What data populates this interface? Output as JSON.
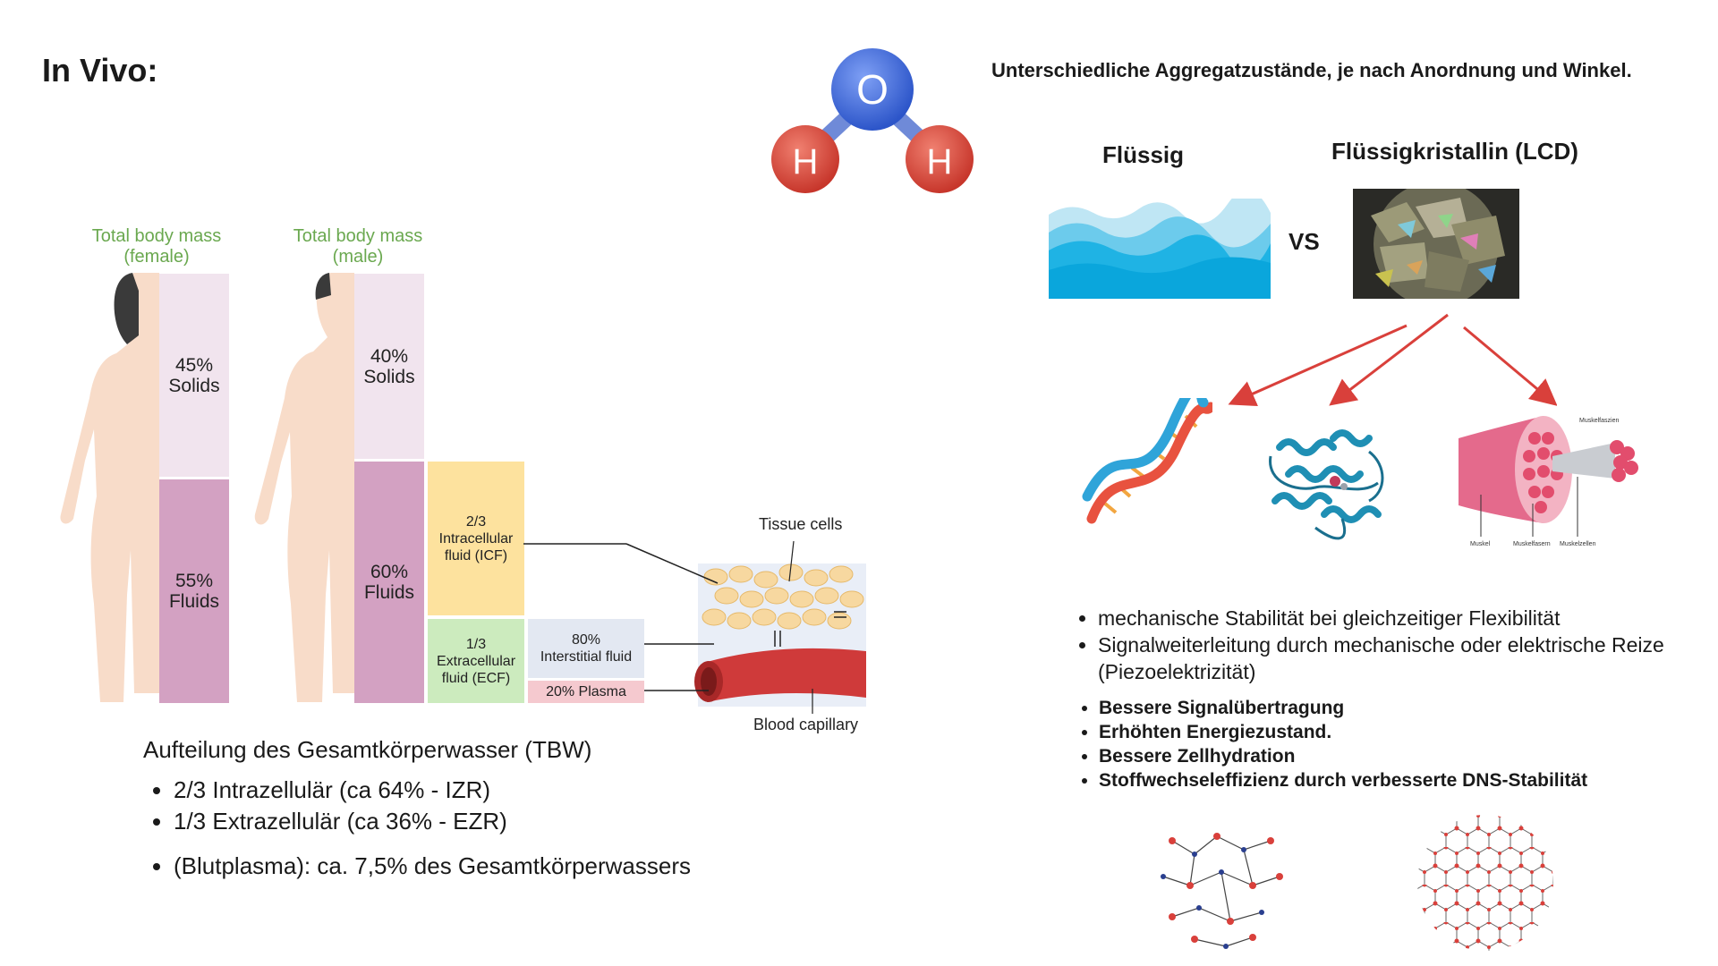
{
  "page_title": "In Vivo:",
  "molecule": {
    "o": "O",
    "h1": "H",
    "h2": "H"
  },
  "right_heading": "Unterschiedliche Aggregatzustände, je nach Anordnung und Winkel.",
  "state_liquid": "Flüssig",
  "state_lcd": "Flüssigkristallin (LCD)",
  "vs": "VS",
  "body_diagram": {
    "female_label": "Total body mass\n(female)",
    "male_label": "Total body mass\n(male)",
    "female_solids": "45%\nSolids",
    "female_fluids": "55%\nFluids",
    "male_solids": "40%\nSolids",
    "male_fluids": "60%\nFluids",
    "icf": "2/3\nIntracellular\nfluid (ICF)",
    "ecf": "1/3\nExtracellular\nfluid (ECF)",
    "interstitial": "80%\nInterstitial fluid",
    "plasma": "20% Plasma",
    "tissue_cells": "Tissue cells",
    "blood_capillary": "Blood capillary",
    "colors": {
      "solids": "#f1e4ee",
      "fluids": "#d3a1c2",
      "icf": "#fde29e",
      "ecf": "#ccebbe",
      "interstitial": "#e3e8f2",
      "plasma": "#f5c9cf",
      "skin": "#f8dcc9"
    }
  },
  "tbw": {
    "title": "Aufteilung des Gesamtkörperwasser (TBW)",
    "items": [
      "2/3 Intrazellulär (ca 64% - IZR)",
      "1/3 Extrazellulär (ca 36% - EZR)"
    ],
    "extra": "(Blutplasma): ca. 7,5% des Gesamtkörperwassers"
  },
  "muscle_labels": {
    "faszien": "Muskelfaszien",
    "muskel": "Muskel",
    "fasern": "Muskelfasern",
    "zellen": "Muskelzellen"
  },
  "bullets1": [
    "mechanische Stabilität bei gleichzeitiger Flexibilität",
    "Signalweiterleitung durch mechanische oder elektrische Reize (Piezoelektrizität)"
  ],
  "bullets2": [
    "Bessere Signalübertragung",
    "Erhöhten Energiezustand.",
    "Bessere Zellhydration",
    "Stoffwechseleffizienz durch verbesserte DNS-Stabilität"
  ],
  "accent_red": "#d9403b"
}
